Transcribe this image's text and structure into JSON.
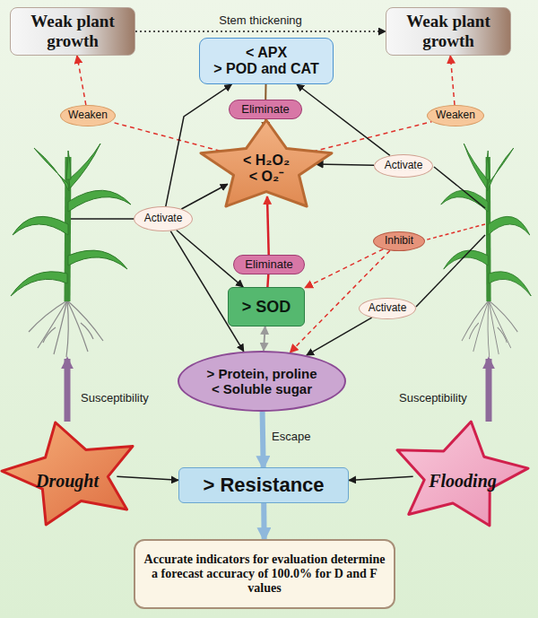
{
  "diagram": {
    "nodes": [
      {
        "text": [
          "Weak plant growth"
        ]
      },
      {
        "text": [
          "Weak plant growth"
        ]
      },
      {
        "text": [
          "< APX",
          "> POD and CAT"
        ]
      },
      {
        "text": [
          "Eliminate"
        ]
      },
      {
        "text": [
          "< H₂O₂",
          "< O₂⁻"
        ]
      },
      {
        "text": [
          "Eliminate"
        ]
      },
      {
        "text": [
          "> SOD"
        ]
      },
      {
        "text": [
          "> Protein, proline",
          "< Soluble sugar"
        ]
      },
      {
        "text": [
          "> Resistance"
        ]
      },
      {
        "text": [
          "Accurate indicators for evaluation determine a forecast accuracy of 100.0% for D and F values"
        ]
      },
      {
        "text": [
          "Drought"
        ]
      },
      {
        "text": [
          "Flooding"
        ]
      },
      {
        "text": [
          "Weaken"
        ]
      },
      {
        "text": [
          "Weaken"
        ]
      },
      {
        "text": [
          "Activate"
        ]
      },
      {
        "text": [
          "Activate"
        ]
      },
      {
        "text": [
          "Inhibit"
        ]
      },
      {
        "text": [
          "Activate"
        ]
      }
    ],
    "edges": [
      {
        "from": 0,
        "to": 1,
        "arrow": "to",
        "label": "Stem thickening"
      },
      {
        "from": 12,
        "to": 0,
        "arrow": "to"
      },
      {
        "from": 13,
        "to": 1,
        "arrow": "to"
      },
      {
        "from": 4,
        "to": 12,
        "arrow": "none"
      },
      {
        "from": 4,
        "to": 13,
        "arrow": "none"
      },
      {
        "from": 2,
        "to": 3,
        "arrow": "none"
      },
      {
        "from": 3,
        "to": 4,
        "arrow": "to"
      },
      {
        "from": 6,
        "to": 5,
        "arrow": "none"
      },
      {
        "from": 5,
        "to": 4,
        "arrow": "to"
      },
      {
        "from": 14,
        "to": 2,
        "arrow": "to"
      },
      {
        "from": 14,
        "to": 4,
        "arrow": "to"
      },
      {
        "from": 14,
        "to": 6,
        "arrow": "to"
      },
      {
        "from": 14,
        "to": 7,
        "arrow": "to"
      },
      {
        "from": 15,
        "to": 2,
        "arrow": "to"
      },
      {
        "from": 15,
        "to": 4,
        "arrow": "to"
      },
      {
        "from": 16,
        "to": 6,
        "arrow": "to"
      },
      {
        "from": 16,
        "to": 7,
        "arrow": "to"
      },
      {
        "from": 17,
        "to": 7,
        "arrow": "to"
      },
      {
        "from": 6,
        "to": 7,
        "arrow": "both"
      },
      {
        "from": 7,
        "to": 8,
        "arrow": "to",
        "label": "Escape"
      },
      {
        "from": 8,
        "to": 9,
        "arrow": "to"
      },
      {
        "from": 10,
        "to": 8,
        "arrow": "to"
      },
      {
        "from": 11,
        "to": 8,
        "arrow": "to"
      }
    ],
    "labels": [
      "Susceptibility",
      "Susceptibility"
    ]
  }
}
